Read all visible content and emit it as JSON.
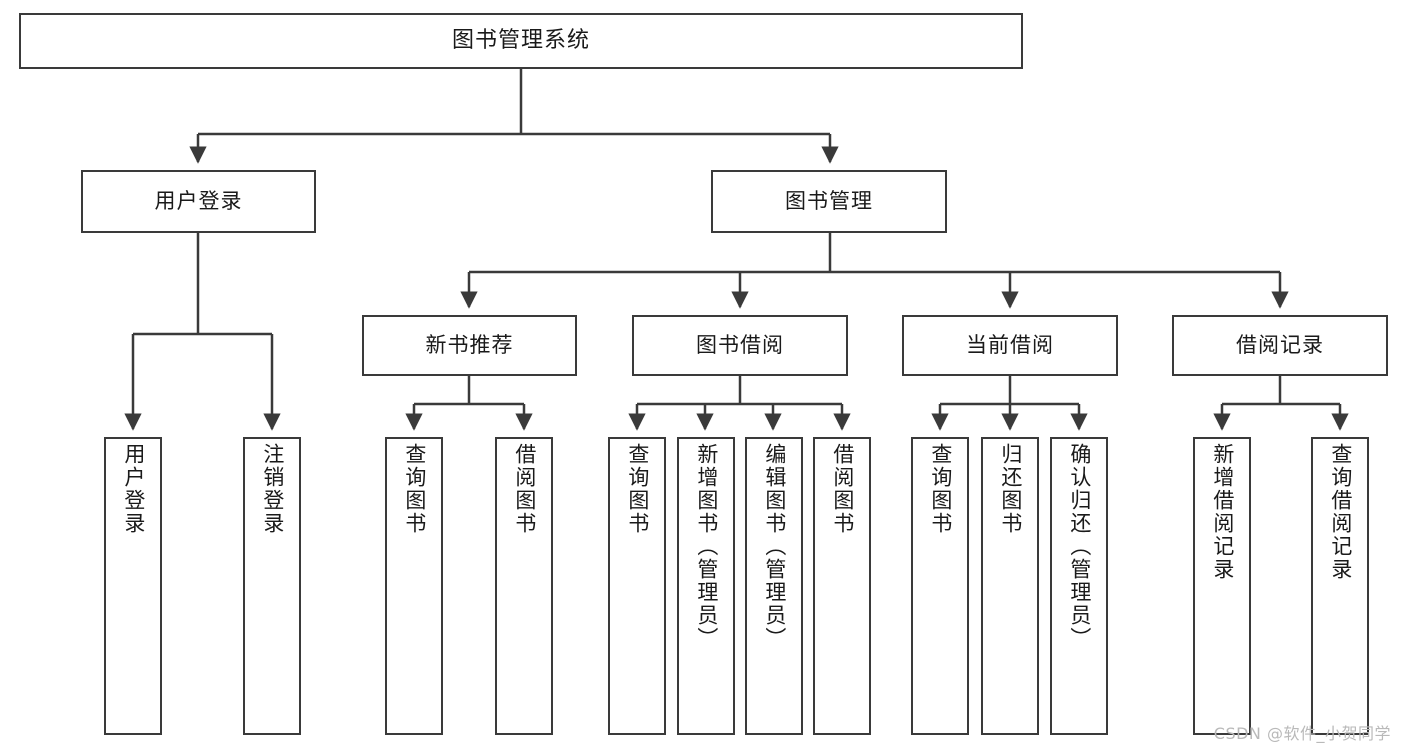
{
  "diagram": {
    "type": "tree",
    "title": "图书管理系统",
    "watermark": "CSDN @软件_小贺同学",
    "style": {
      "box_border_color": "#3a3a3a",
      "box_fill_color": "#ffffff",
      "connector_color": "#3a3a3a",
      "text_color": "#1a1a1a",
      "watermark_color": "#b9b9b9"
    },
    "nodes": {
      "root": {
        "label": "图书管理系统",
        "level": 1,
        "orientation": "horizontal"
      },
      "l2": [
        {
          "id": "user-login",
          "label": "用户登录",
          "level": 2,
          "orientation": "horizontal"
        },
        {
          "id": "book-manage",
          "label": "图书管理",
          "level": 2,
          "orientation": "horizontal"
        }
      ],
      "l3": [
        {
          "id": "new-book-rec",
          "label": "新书推荐",
          "level": 3,
          "orientation": "horizontal",
          "parent": "book-manage"
        },
        {
          "id": "book-borrow",
          "label": "图书借阅",
          "level": 3,
          "orientation": "horizontal",
          "parent": "book-manage"
        },
        {
          "id": "current-borrow",
          "label": "当前借阅",
          "level": 3,
          "orientation": "horizontal",
          "parent": "book-manage"
        },
        {
          "id": "borrow-record",
          "label": "借阅记录",
          "level": 3,
          "orientation": "horizontal",
          "parent": "book-manage"
        }
      ],
      "leaves": [
        {
          "id": "leaf-user-login",
          "label": "用户登录",
          "parent": "user-login",
          "orientation": "vertical"
        },
        {
          "id": "leaf-logout",
          "label": "注销登录",
          "parent": "user-login",
          "orientation": "vertical"
        },
        {
          "id": "leaf-query-book-1",
          "label": "查询图书",
          "parent": "new-book-rec",
          "orientation": "vertical"
        },
        {
          "id": "leaf-borrow-book-1",
          "label": "借阅图书",
          "parent": "new-book-rec",
          "orientation": "vertical"
        },
        {
          "id": "leaf-query-book-2",
          "label": "查询图书",
          "parent": "book-borrow",
          "orientation": "vertical"
        },
        {
          "id": "leaf-add-book",
          "label": "新增图书（管理员）",
          "parent": "book-borrow",
          "orientation": "vertical"
        },
        {
          "id": "leaf-edit-book",
          "label": "编辑图书（管理员）",
          "parent": "book-borrow",
          "orientation": "vertical"
        },
        {
          "id": "leaf-borrow-book-2",
          "label": "借阅图书",
          "parent": "book-borrow",
          "orientation": "vertical"
        },
        {
          "id": "leaf-query-book-3",
          "label": "查询图书",
          "parent": "current-borrow",
          "orientation": "vertical"
        },
        {
          "id": "leaf-return-book",
          "label": "归还图书",
          "parent": "current-borrow",
          "orientation": "vertical"
        },
        {
          "id": "leaf-confirm-return",
          "label": "确认归还（管理员）",
          "parent": "current-borrow",
          "orientation": "vertical"
        },
        {
          "id": "leaf-add-record",
          "label": "新增借阅记录",
          "parent": "borrow-record",
          "orientation": "vertical"
        },
        {
          "id": "leaf-query-record",
          "label": "查询借阅记录",
          "parent": "borrow-record",
          "orientation": "vertical"
        }
      ]
    }
  }
}
